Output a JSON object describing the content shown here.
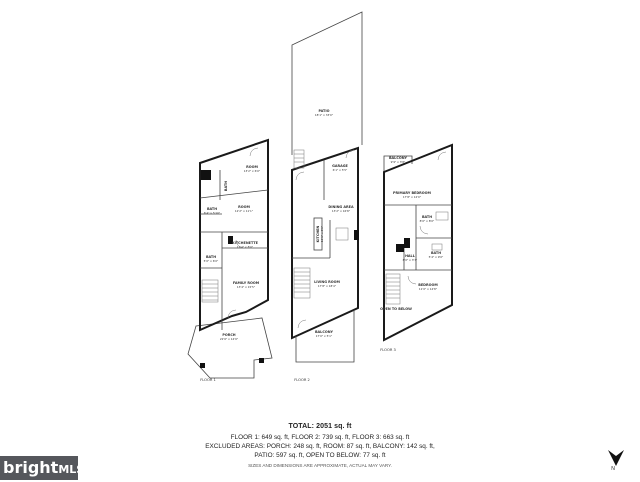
{
  "floor_labels": {
    "floor1": "FLOOR 1",
    "floor2": "FLOOR 2",
    "floor3": "FLOOR 3"
  },
  "rooms": {
    "porch": {
      "name": "PORCH",
      "dims": "22'6\" x 14'9\""
    },
    "family_room": {
      "name": "FAMILY ROOM",
      "dims": "13'4\" x 15'5\""
    },
    "kitchenette": {
      "name": "KITCHENETTE",
      "dims": "11'4\" x 8'0\""
    },
    "room_front": {
      "name": "ROOM",
      "dims": "12'2\" x 11'1\""
    },
    "room_rear": {
      "name": "ROOM",
      "dims": "13'2\" x 6'0\""
    },
    "bath1": {
      "name": "BATH",
      "dims": "6'4\" x 5'10\""
    },
    "bath_small": {
      "name": "BATH",
      "dims": "5'0\" x 6'0\""
    },
    "patio": {
      "name": "PATIO",
      "dims": "18'1\" x 33'0\""
    },
    "garage": {
      "name": "GARAGE",
      "dims": "6'1\" x 5'5\""
    },
    "dining_area": {
      "name": "DINING AREA",
      "dims": "13'2\" x 16'8\""
    },
    "kitchen": {
      "name": "KITCHEN",
      "dims": "13'1\" x 8'6\""
    },
    "living_room": {
      "name": "LIVING ROOM",
      "dims": "17'8\" x 18'4\""
    },
    "balcony2": {
      "name": "BALCONY",
      "dims": "17'0\" x 5'1\""
    },
    "balcony3": {
      "name": "BALCONY",
      "dims": "9'9\" x 3'8\""
    },
    "primary_bedroom": {
      "name": "PRIMARY BEDROOM",
      "dims": "17'8\" x 12'0\""
    },
    "bath3a": {
      "name": "BATH",
      "dims": "8'0\" x 8'0\""
    },
    "bath3b": {
      "name": "BATH",
      "dims": "5'4\" x 9'0\""
    },
    "hall": {
      "name": "HALL",
      "dims": "8'0\" x 3'7\""
    },
    "bedroom": {
      "name": "BEDROOM",
      "dims": "11'0\" x 14'8\""
    },
    "open_to_below": {
      "name": "OPEN TO BELOW"
    }
  },
  "summary": {
    "total": "TOTAL: 2051 sq. ft",
    "line1": "FLOOR 1: 649 sq. ft, FLOOR 2: 739 sq. ft, FLOOR 3: 663 sq. ft",
    "line2": "EXCLUDED AREAS: PORCH: 248 sq. ft, ROOM: 87 sq. ft, BALCONY: 142 sq. ft,",
    "line3": "PATIO: 597 sq. ft, OPEN TO BELOW: 77 sq. ft",
    "disclaimer": "SIZES AND DIMENSIONS ARE APPROXIMATE, ACTUAL MAY VARY."
  },
  "logo": {
    "text_bold": "bright",
    "text_mark": "MLS"
  },
  "compass": {
    "label": "N"
  }
}
